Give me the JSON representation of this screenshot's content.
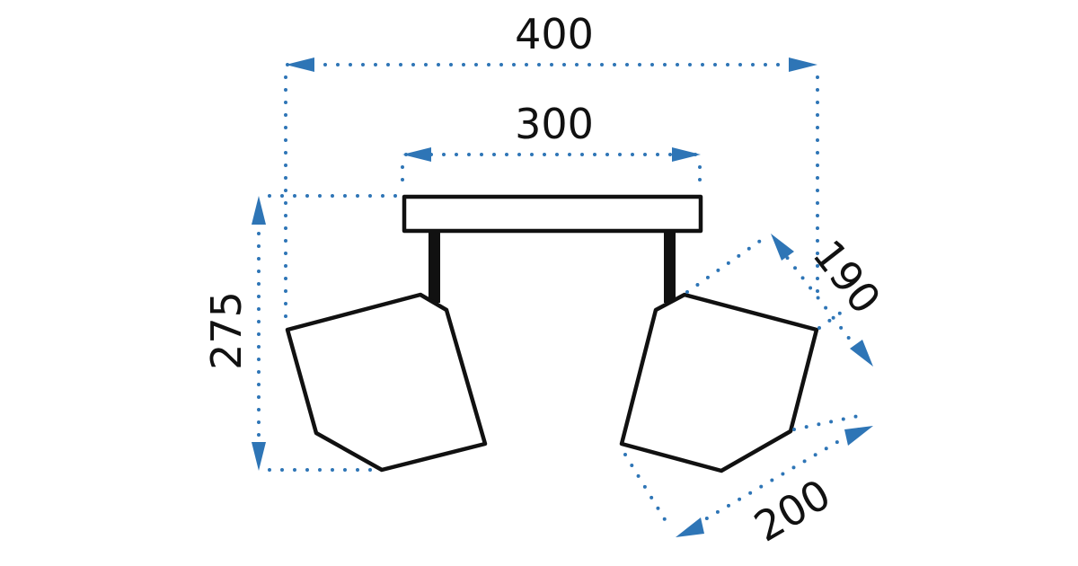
{
  "diagram": {
    "title": "Ceiling spotlight dimension drawing",
    "units": "mm",
    "accent_color": "#2e75b6",
    "dimensions": {
      "total_width": "400",
      "plate_width": "300",
      "height": "275",
      "shade_depth": "190",
      "shade_width": "200"
    }
  }
}
